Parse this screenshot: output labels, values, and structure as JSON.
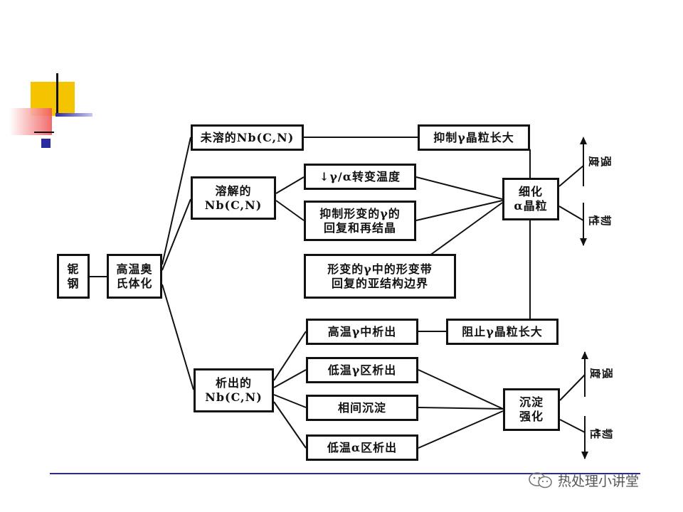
{
  "nodes": {
    "niobium_steel": "铌\n钢",
    "high_temp_austenitize": "高温奥\n氏体化",
    "undissolved": "未溶的Nb(C,N)",
    "dissolved": "溶解的\nNb(C,N)",
    "precipitated": "析出的\nNb(C,N)",
    "lower_transform_temp": "↓γ/α转变温度",
    "inhibit_recovery": "抑制形变的γ的\n回复和再结晶",
    "substructure_boundary": "形变的γ中的形变带\n回复的亚结构边界",
    "inhibit_grain_growth_top": "抑制γ晶粒长大",
    "refine_grain": "细化\nα晶粒",
    "high_temp_precip": "高温γ中析出",
    "low_temp_precip": "低温γ区析出",
    "interphase_precip": "相间沉淀",
    "low_alpha_precip": "低温α区析出",
    "prevent_grain_growth": "阻止γ晶粒长大",
    "precip_strengthening": "沉淀\n强化"
  },
  "outputs": {
    "strength_top": "强度",
    "toughness_top": "韧性",
    "strength_bottom": "强度",
    "toughness_bottom": "韧性"
  },
  "watermark": {
    "text": "热处理小讲堂",
    "icon": "wechat-icon"
  },
  "colors": {
    "deco_yellow": "#f5c400",
    "deco_red": "#f05a5a",
    "deco_blue": "#2a2aa0",
    "line": "#111111"
  }
}
